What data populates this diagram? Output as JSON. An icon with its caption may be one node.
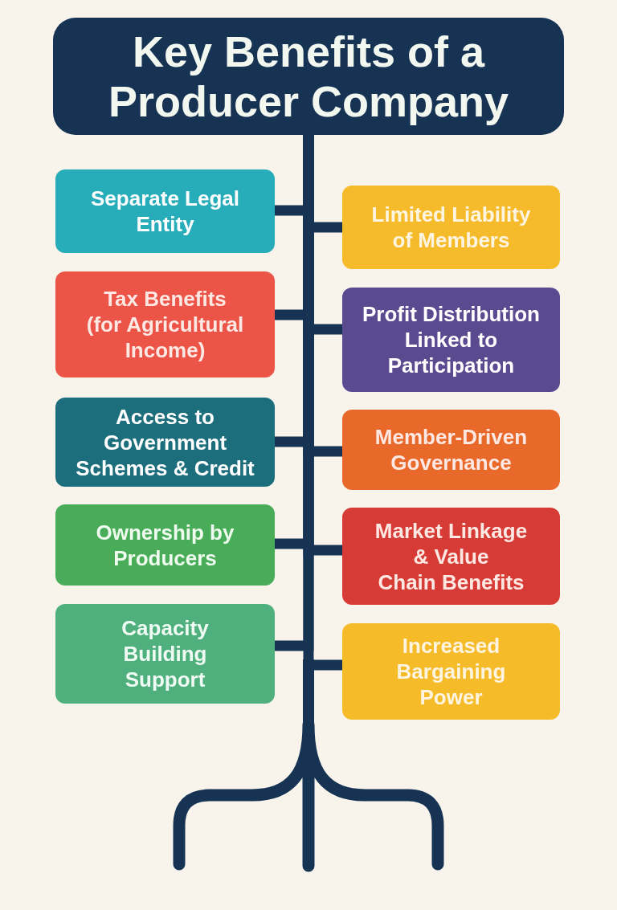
{
  "diagram": {
    "nodes": [
      {
        "text": [
          "Key Benefits of a Producer Company"
        ]
      },
      {
        "text": [
          "Separate Legal Entity"
        ]
      },
      {
        "text": [
          "Limited Liability of Members"
        ]
      },
      {
        "text": [
          "Tax Benefits (for Agricultural Income)"
        ]
      },
      {
        "text": [
          "Profit Distribution Linked to Participation"
        ]
      },
      {
        "text": [
          "Access to Government Schemes & Credit"
        ]
      },
      {
        "text": [
          "Member-Driven Governance"
        ]
      },
      {
        "text": [
          "Ownership by Producers"
        ]
      },
      {
        "text": [
          "Market Linkage & Value Chain Benefits"
        ]
      },
      {
        "text": [
          "Capacity Building Support"
        ]
      },
      {
        "text": [
          "Increased Bargaining Power"
        ]
      }
    ],
    "edges": [
      {
        "from": 0,
        "to": 1,
        "arrow": "none"
      },
      {
        "from": 0,
        "to": 2,
        "arrow": "none"
      },
      {
        "from": 0,
        "to": 3,
        "arrow": "none"
      },
      {
        "from": 0,
        "to": 4,
        "arrow": "none"
      },
      {
        "from": 0,
        "to": 5,
        "arrow": "none"
      },
      {
        "from": 0,
        "to": 6,
        "arrow": "none"
      },
      {
        "from": 0,
        "to": 7,
        "arrow": "none"
      },
      {
        "from": 0,
        "to": 8,
        "arrow": "none"
      },
      {
        "from": 0,
        "to": 9,
        "arrow": "none"
      },
      {
        "from": 0,
        "to": 10,
        "arrow": "none"
      }
    ]
  }
}
